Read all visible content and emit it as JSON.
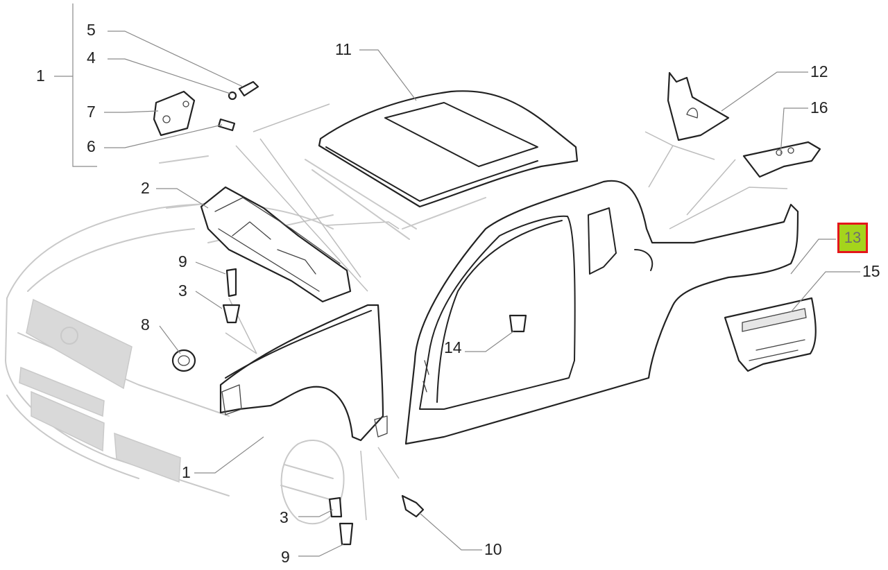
{
  "diagram": {
    "callouts": {
      "c1_top": "1",
      "c1_bottom": "1",
      "c2": "2",
      "c3_mid": "3",
      "c3_bottom": "3",
      "c4": "4",
      "c5": "5",
      "c6": "6",
      "c7": "7",
      "c8": "8",
      "c9_mid": "9",
      "c9_bottom": "9",
      "c10": "10",
      "c11": "11",
      "c12": "12",
      "c13": "13",
      "c14": "14",
      "c15": "15",
      "c16": "16"
    },
    "colors": {
      "highlight_fill": "#a5d41c",
      "highlight_border": "#e4161b",
      "line": "#222222",
      "ghost": "#c9c9c9"
    }
  }
}
